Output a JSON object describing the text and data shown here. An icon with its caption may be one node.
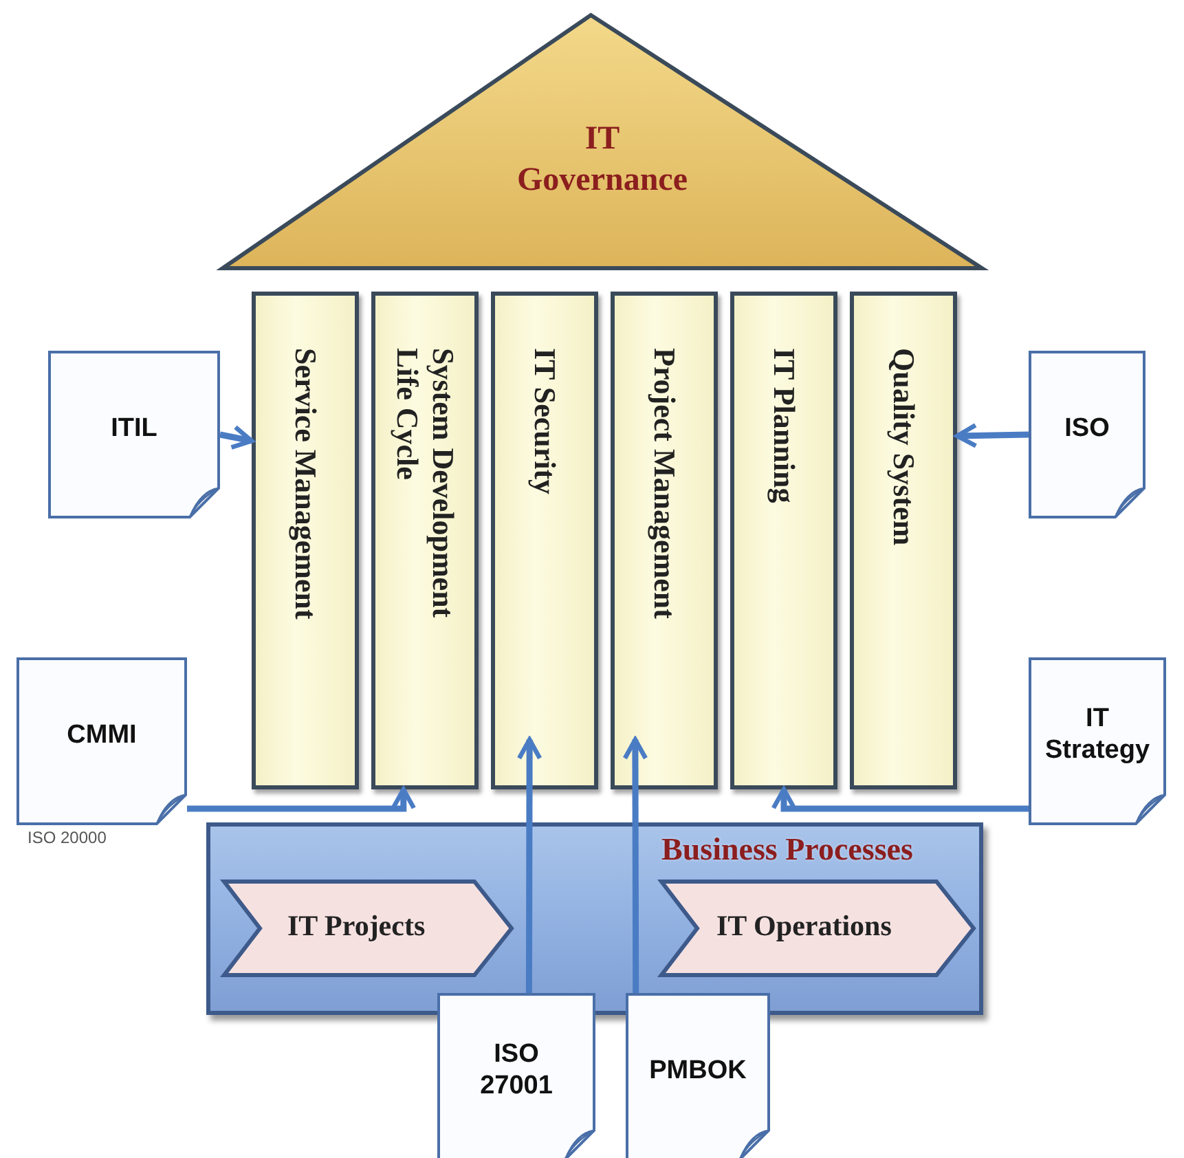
{
  "diagram": {
    "nodes": [
      {
        "text": [
          "IT Governance"
        ]
      },
      {
        "text": [
          "ITIL"
        ]
      },
      {
        "text": [
          "Service Management"
        ]
      },
      {
        "text": [
          "System Development Life Cycle"
        ]
      },
      {
        "text": [
          "IT Security"
        ]
      },
      {
        "text": [
          "Project Management"
        ]
      },
      {
        "text": [
          "IT Planning"
        ]
      },
      {
        "text": [
          "Quality System"
        ]
      },
      {
        "text": [
          "ISO"
        ]
      },
      {
        "text": [
          "CMMI"
        ]
      },
      {
        "text": [
          "IT Strategy"
        ]
      },
      {
        "text": [
          "Business Processes"
        ]
      },
      {
        "text": [
          "IT Projects"
        ],
        "in": 11
      },
      {
        "text": [
          "IT Operations"
        ],
        "in": 11
      },
      {
        "text": [
          "ISO 27001"
        ]
      },
      {
        "text": [
          "PMBOK"
        ]
      }
    ],
    "edges": [
      {
        "from": 1,
        "to": 2,
        "arrow": "to"
      },
      {
        "from": 8,
        "to": 7,
        "arrow": "to"
      },
      {
        "from": 9,
        "to": 3,
        "arrow": "to"
      },
      {
        "from": 10,
        "to": 6,
        "arrow": "to"
      },
      {
        "from": 14,
        "to": 4,
        "arrow": "to"
      },
      {
        "from": 15,
        "to": 5,
        "arrow": "to"
      }
    ],
    "labels": [
      "ISO 20000"
    ]
  }
}
